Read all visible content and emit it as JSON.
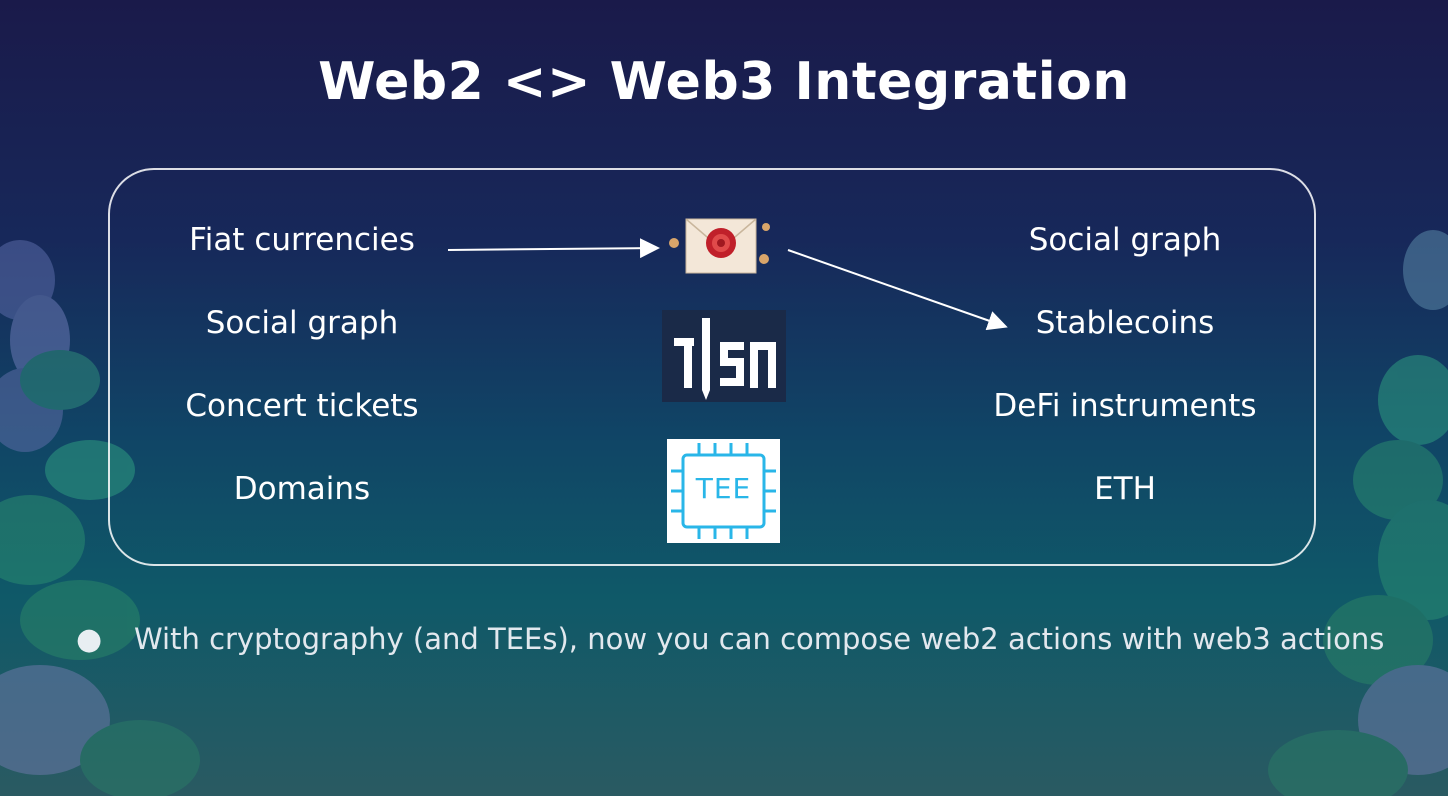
{
  "slide": {
    "title": "Web2 <> Web3 Integration",
    "left_items": [
      "Fiat currencies",
      "Social graph",
      "Concert tickets",
      "Domains"
    ],
    "right_items": [
      "Social graph",
      "Stablecoins",
      "DeFi instruments",
      "ETH"
    ],
    "center_icons": [
      "envelope-wax-seal-icon",
      "flashbots-logo-icon",
      "tee-chip-icon"
    ],
    "tee_label": "TEE",
    "bullet_symbol": "●",
    "bullet_text": "With cryptography (and TEEs), now you can compose web2 actions with web3 actions"
  },
  "colors": {
    "text": "#ffffff",
    "tee_accent": "#29b6e8",
    "seal_red": "#c0202a"
  }
}
